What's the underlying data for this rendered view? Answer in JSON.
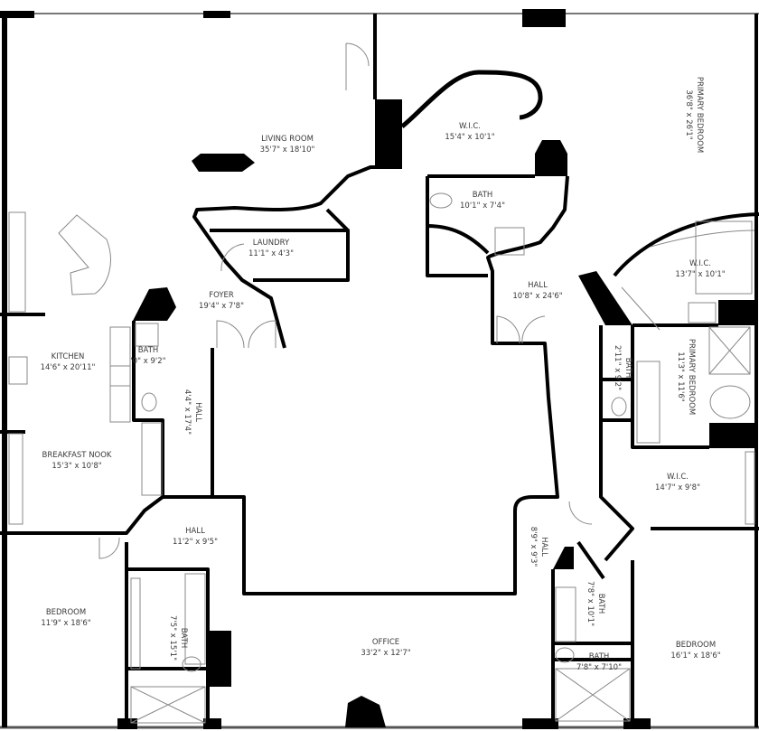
{
  "rooms": {
    "living_room": {
      "name": "LIVING ROOM",
      "size": "35'7\" x 18'10\""
    },
    "wic_1": {
      "name": "W.I.C.",
      "size": "15'4\" x 10'1\""
    },
    "primary_bedroom": {
      "name": "PRIMARY BEDROOM",
      "size": "36'8\" x 26'1\""
    },
    "bath_1": {
      "name": "BATH",
      "size": "10'1\" x 7'4\""
    },
    "laundry": {
      "name": "LAUNDRY",
      "size": "11'1\" x 4'3\""
    },
    "kitchen": {
      "name": "KITCHEN",
      "size": "14'6\" x 20'11\""
    },
    "foyer": {
      "name": "FOYER",
      "size": "19'4\" x 7'8\""
    },
    "bath_2": {
      "name": "BATH",
      "size": "'0\" x 9'2\""
    },
    "hall_1": {
      "name": "HALL",
      "size": "4'4\" x 17'4\""
    },
    "hall_2": {
      "name": "HALL",
      "size": "10'8\" x 24'6\""
    },
    "wic_2": {
      "name": "W.I.C.",
      "size": "13'7\" x 10'1\""
    },
    "bath_3": {
      "name": "BATH",
      "size": "2'11\" x 9'2\""
    },
    "primary_bedroom_2": {
      "name": "PRIMARY BEDROOM",
      "size": "11'3\" x 11'6\""
    },
    "breakfast_nook": {
      "name": "BREAKFAST NOOK",
      "size": "15'3\" x 10'8\""
    },
    "wic_3": {
      "name": "W.I.C.",
      "size": "14'7\" x 9'8\""
    },
    "hall_3": {
      "name": "HALL",
      "size": "11'2\" x 9'5\""
    },
    "hall_4": {
      "name": "HALL",
      "size": "8'9\" x 9'3\""
    },
    "bedroom_1": {
      "name": "BEDROOM",
      "size": "11'9\" x 18'6\""
    },
    "bath_4": {
      "name": "BATH",
      "size": "7'5\" x 15'1\""
    },
    "office": {
      "name": "OFFICE",
      "size": "33'2\" x 12'7\""
    },
    "bath_5": {
      "name": "BATH",
      "size": "7'8\" x 10'1\""
    },
    "bath_6": {
      "name": "BATH",
      "size": "7'8\" x 7'10\""
    },
    "bedroom_2": {
      "name": "BEDROOM",
      "size": "16'1\" x 18'6\""
    }
  },
  "colors": {
    "wall": "#000000",
    "fixture": "#888888",
    "label": "#3a3a3a",
    "background": "#ffffff"
  }
}
